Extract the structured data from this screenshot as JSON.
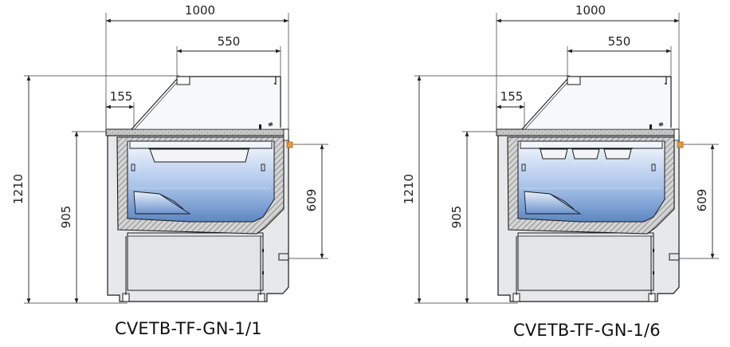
{
  "diagrams": [
    {
      "model": "CVETB-TF-GN-1/1",
      "insert": "single",
      "dims": {
        "width": "1000",
        "depth": "550",
        "front": "155",
        "height": "1210",
        "counter": "905",
        "inner": "609"
      }
    },
    {
      "model": "CVETB-TF-GN-1/6",
      "insert": "six",
      "dims": {
        "width": "1000",
        "depth": "550",
        "front": "155",
        "height": "1210",
        "counter": "905",
        "inner": "609"
      }
    }
  ],
  "colors": {
    "line": "#1a1a1a",
    "body": "#e6e8ea",
    "glass": "#eef2f6",
    "cold_top": "#f4f8fd",
    "cold_bottom": "#5d86c2",
    "counter": "#c7c7c7",
    "sensor": "#e39a3a"
  }
}
